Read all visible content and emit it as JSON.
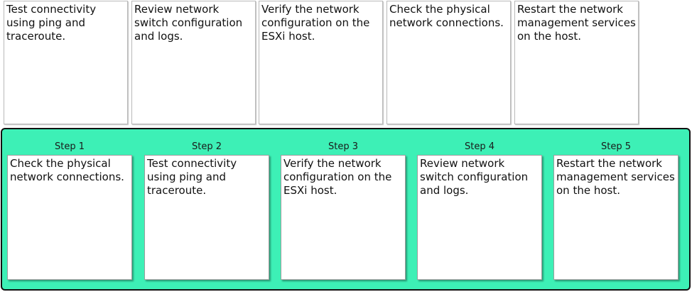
{
  "choices": [
    {
      "text": "Test connectivity using ping and traceroute."
    },
    {
      "text": "Review network switch configuration and logs."
    },
    {
      "text": "Verify the network configuration on the ESXi host."
    },
    {
      "text": "Check the physical network connections."
    },
    {
      "text": "Restart the network management services on the host."
    }
  ],
  "steps": [
    {
      "label": "Step 1",
      "text": "Check the physical network connections."
    },
    {
      "label": "Step 2",
      "text": "Test connectivity using ping and traceroute."
    },
    {
      "label": "Step 3",
      "text": "Verify the network configuration on the ESXi host."
    },
    {
      "label": "Step 4",
      "text": "Review network switch configuration and logs."
    },
    {
      "label": "Step 5",
      "text": "Restart the network management services on the host."
    }
  ],
  "colors": {
    "drop_zone_background": "#3df0b6",
    "drop_zone_border": "#111111",
    "card_background": "#ffffff"
  }
}
